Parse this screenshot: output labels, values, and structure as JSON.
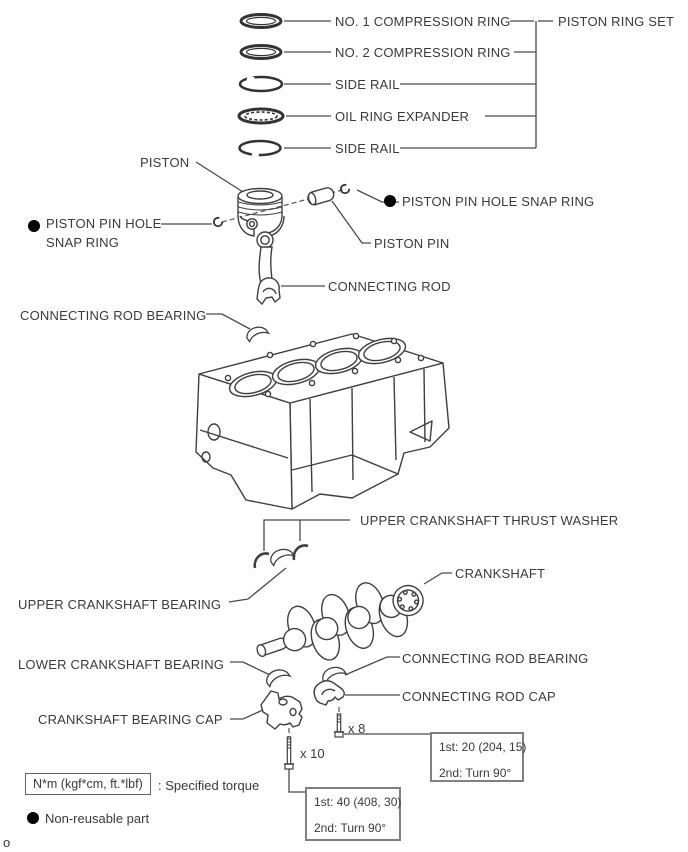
{
  "labels": {
    "no1_compression_ring": "NO. 1 COMPRESSION RING",
    "no2_compression_ring": "NO. 2 COMPRESSION RING",
    "side_rail_upper": "SIDE RAIL",
    "oil_ring_expander": "OIL RING EXPANDER",
    "side_rail_lower": "SIDE RAIL",
    "piston_ring_set": "PISTON RING SET",
    "piston": "PISTON",
    "piston_pin_hole_snap_ring_left_line1": "PISTON PIN HOLE",
    "piston_pin_hole_snap_ring_left_line2": "SNAP RING",
    "piston_pin_hole_snap_ring_right": "PISTON PIN HOLE SNAP RING",
    "piston_pin": "PISTON PIN",
    "connecting_rod": "CONNECTING ROD",
    "connecting_rod_bearing_upper": "CONNECTING ROD BEARING",
    "upper_crankshaft_thrust_washer": "UPPER CRANKSHAFT THRUST WASHER",
    "crankshaft": "CRANKSHAFT",
    "upper_crankshaft_bearing": "UPPER CRANKSHAFT BEARING",
    "lower_crankshaft_bearing": "LOWER CRANKSHAFT BEARING",
    "connecting_rod_bearing_lower": "CONNECTING ROD BEARING",
    "connecting_rod_cap": "CONNECTING ROD CAP",
    "crankshaft_bearing_cap": "CRANKSHAFT BEARING CAP"
  },
  "quantities": {
    "main_bearing_bolts": "x 10",
    "rod_cap_bolts": "x 8"
  },
  "torque_specs": {
    "rod_cap": {
      "first": "1st: 20 (204, 15)",
      "second": "2nd: Turn 90°"
    },
    "main_bearing": {
      "first": "1st: 40 (408, 30)",
      "second": "2nd: Turn 90°"
    }
  },
  "legend": {
    "torque_unit": "N*m (kgf*cm, ft.*lbf)",
    "torque_description": ": Specified torque",
    "non_reusable": "Non-reusable part"
  },
  "footer": {
    "page_char": "o"
  },
  "colors": {
    "line": "#4a4a4a",
    "text": "#3a3a3a",
    "box_border": "#808080"
  }
}
